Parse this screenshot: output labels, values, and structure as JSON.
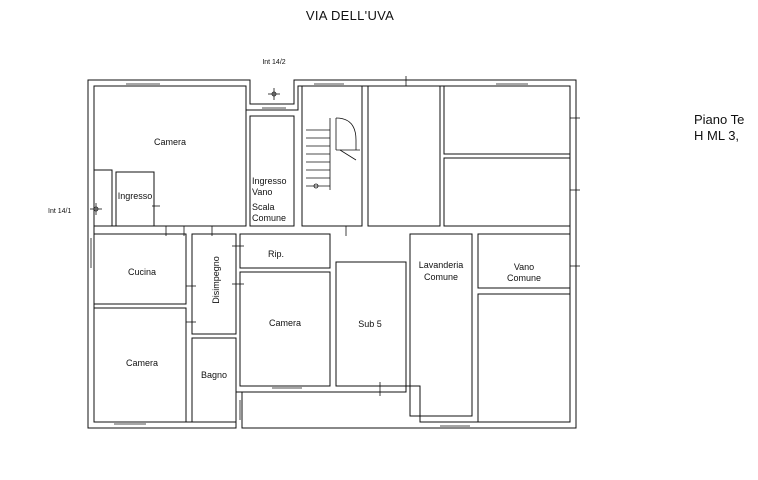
{
  "street_name": "VIA DELL'UVA",
  "floor_note": {
    "line1": "Piano Te",
    "line2": "H ML 3,"
  },
  "entrances": {
    "int_14_2": "Int 14/2",
    "int_14_1": "Int 14/1"
  },
  "rooms": {
    "camera_top": "Camera",
    "ingresso": "Ingresso",
    "ingresso_vano": [
      "Ingresso",
      "Vano",
      "Scala",
      "Comune"
    ],
    "cucina": "Cucina",
    "disimpegno": "Disimpegno",
    "rip": "Rip.",
    "camera_mid": "Camera",
    "sub5": "Sub 5",
    "lavanderia": [
      "Lavanderia",
      "Comune"
    ],
    "vano_comune": [
      "Vano",
      "Comune"
    ],
    "camera_bottom": "Camera",
    "bagno": "Bagno"
  }
}
